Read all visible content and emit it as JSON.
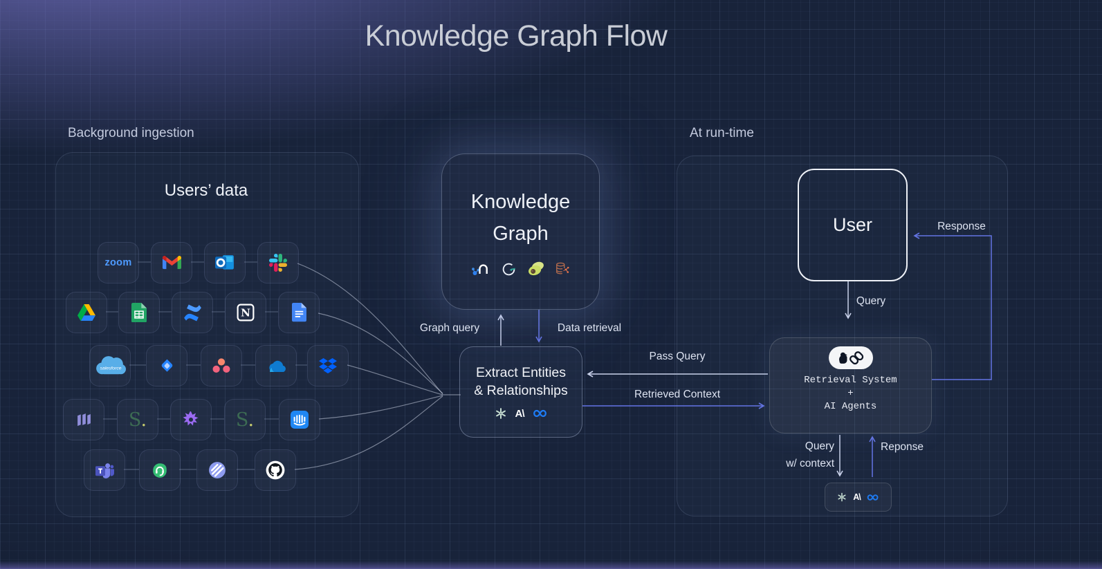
{
  "title": "Knowledge Graph Flow",
  "ingestion": {
    "section_label": "Background ingestion",
    "panel_title": "Users’ data",
    "rows": [
      [
        "Zoom",
        "Gmail",
        "Outlook",
        "Slack"
      ],
      [
        "Google Drive",
        "Google Sheets",
        "Confluence",
        "Notion",
        "Google Docs"
      ],
      [
        "Salesforce",
        "Jira",
        "Asana",
        "OneDrive",
        "Dropbox"
      ],
      [
        "Missive",
        "S-serif app",
        "Starburst app",
        "S-serif app",
        "Intercom"
      ],
      [
        "Microsoft Teams",
        "Headset support app",
        "Linear",
        "GitHub"
      ]
    ]
  },
  "knowledge_graph": {
    "title_line1": "Knowledge",
    "title_line2": "Graph",
    "stores": [
      "Neo4j",
      "Graph DB circular-arrow",
      "ArangoDB",
      "Graph database"
    ]
  },
  "extract": {
    "line1": "Extract Entities",
    "line2": "& Relationships",
    "models": [
      "OpenAI",
      "Anthropic",
      "Meta"
    ]
  },
  "runtime": {
    "section_label": "At run-time",
    "user_label": "User",
    "retrieval_line1": "Retrieval System",
    "retrieval_line2": "+",
    "retrieval_line3": "AI Agents",
    "framework": "LangChain",
    "models": [
      "OpenAI",
      "Anthropic",
      "Meta"
    ]
  },
  "labels": {
    "graph_query": "Graph query",
    "data_retrieval": "Data retrieval",
    "pass_query": "Pass Query",
    "retrieved_context": "Retrieved Context",
    "response": "Response",
    "query": "Query",
    "query_w_context_1": "Query",
    "query_w_context_2": "w/ context",
    "reponse": "Reponse"
  },
  "logos": {
    "zoom": "zoom",
    "salesforce": "salesforce",
    "notion": "N",
    "s_letter": "S",
    "s_dot": ".",
    "anthropic": "A\\"
  },
  "colors": {
    "arrow_light": "#ccd4ec",
    "arrow_purple": "#6273e4",
    "background": "#18233a",
    "accent_purple_glow": "#6f6ab8"
  }
}
